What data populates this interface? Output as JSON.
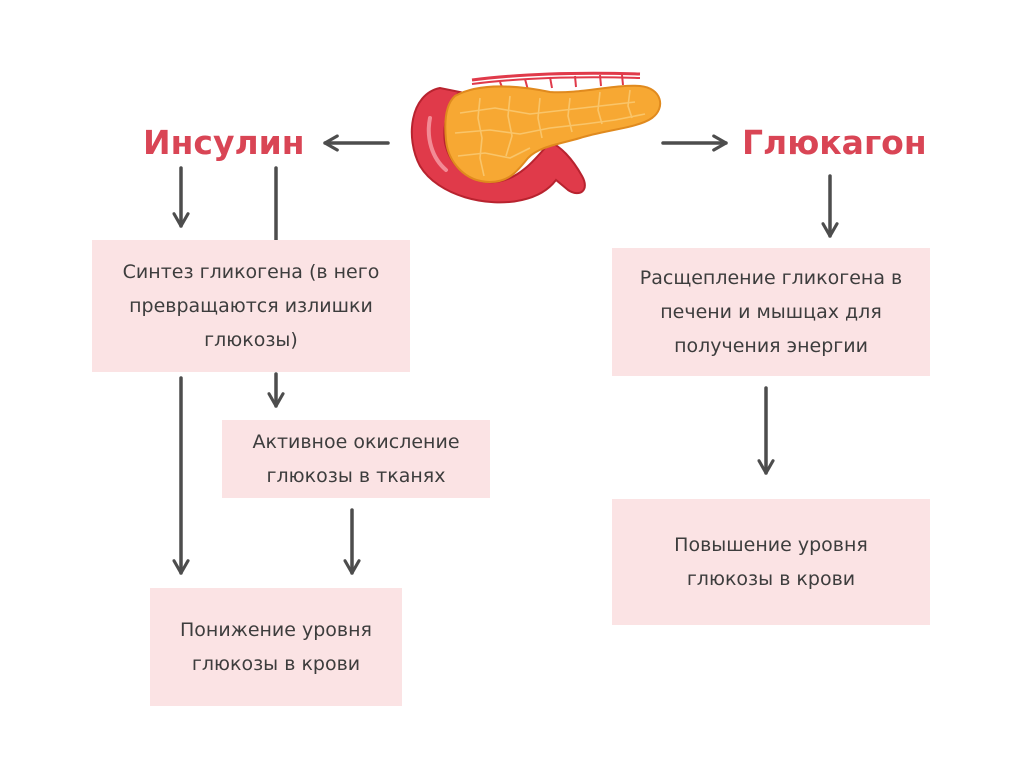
{
  "colors": {
    "title": "#d94555",
    "box_bg": "#fbe3e4",
    "box_text": "#3d3d3d",
    "arrow": "#4d4d4d",
    "organ_body": "#f7a833",
    "organ_duct": "#e03a4a"
  },
  "icons": {
    "organ": "pancreas-icon"
  },
  "left": {
    "title": "Инсулин",
    "box_glycogen": "Синтез гликогена (в него\nпревращаются излишки\nглюкозы)",
    "box_oxidation": "Активное окисление\nглюкозы в тканях",
    "box_lower": "Понижение уровня\nглюкозы в крови"
  },
  "right": {
    "title": "Глюкагон",
    "box_breakdown": "Расщепление гликогена в\nпечени и мышцах для\nполучения энергии",
    "box_raise": "Повышение уровня\nглюкозы в крови"
  }
}
